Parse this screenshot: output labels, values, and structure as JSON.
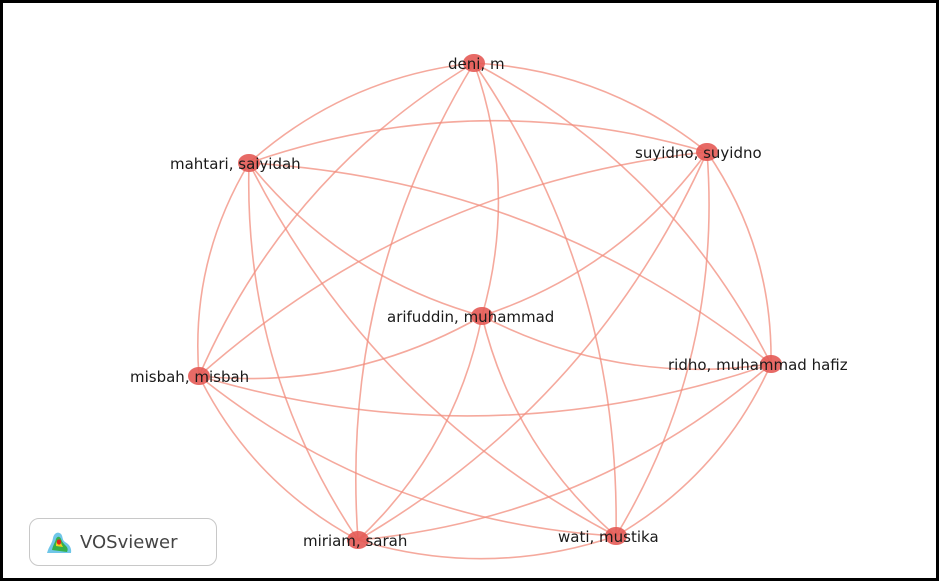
{
  "network": {
    "edge_color": "#f28c7c",
    "node_color": "#e45a55",
    "nodes": [
      {
        "id": "deni",
        "label": "deni, m"
      },
      {
        "id": "mahtari",
        "label": "mahtari, saiyidah"
      },
      {
        "id": "suyidno",
        "label": "suyidno, suyidno"
      },
      {
        "id": "arifuddin",
        "label": "arifuddin, muhammad"
      },
      {
        "id": "misbah",
        "label": "misbah, misbah"
      },
      {
        "id": "ridho",
        "label": "ridho, muhammad hafiz"
      },
      {
        "id": "miriam",
        "label": "miriam, sarah"
      },
      {
        "id": "wati",
        "label": "wati, mustika"
      }
    ],
    "links": [
      [
        "deni",
        "mahtari"
      ],
      [
        "deni",
        "suyidno"
      ],
      [
        "deni",
        "arifuddin"
      ],
      [
        "deni",
        "misbah"
      ],
      [
        "deni",
        "ridho"
      ],
      [
        "deni",
        "miriam"
      ],
      [
        "deni",
        "wati"
      ],
      [
        "mahtari",
        "suyidno"
      ],
      [
        "mahtari",
        "arifuddin"
      ],
      [
        "mahtari",
        "misbah"
      ],
      [
        "mahtari",
        "ridho"
      ],
      [
        "mahtari",
        "miriam"
      ],
      [
        "mahtari",
        "wati"
      ],
      [
        "suyidno",
        "arifuddin"
      ],
      [
        "suyidno",
        "misbah"
      ],
      [
        "suyidno",
        "ridho"
      ],
      [
        "suyidno",
        "miriam"
      ],
      [
        "suyidno",
        "wati"
      ],
      [
        "arifuddin",
        "misbah"
      ],
      [
        "arifuddin",
        "ridho"
      ],
      [
        "arifuddin",
        "miriam"
      ],
      [
        "arifuddin",
        "wati"
      ],
      [
        "misbah",
        "ridho"
      ],
      [
        "misbah",
        "miriam"
      ],
      [
        "misbah",
        "wati"
      ],
      [
        "ridho",
        "miriam"
      ],
      [
        "ridho",
        "wati"
      ],
      [
        "miriam",
        "wati"
      ]
    ]
  },
  "badge": {
    "label": "VOSviewer",
    "icon": "vosviewer-logo-icon"
  }
}
